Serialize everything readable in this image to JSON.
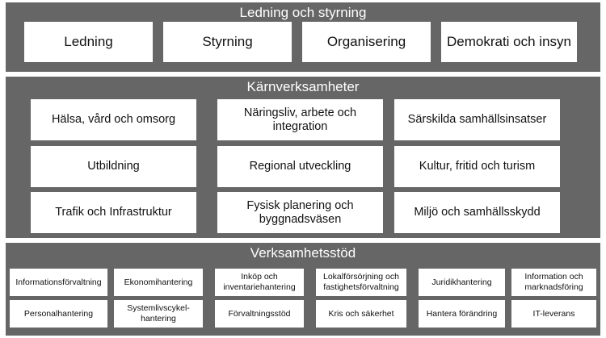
{
  "sections": {
    "ledning": {
      "title": "Ledning och styrning",
      "items": [
        "Ledning",
        "Styrning",
        "Organisering",
        "Demokrati och insyn"
      ]
    },
    "karn": {
      "title": "Kärnverksamheter",
      "items": [
        "Hälsa, vård och omsorg",
        "Näringsliv, arbete och integration",
        "Särskilda samhällsinsatser",
        "Utbildning",
        "Regional utveckling",
        "Kultur, fritid och turism",
        "Trafik och Infrastruktur",
        "Fysisk planering och byggnadsväsen",
        "Miljö och samhällsskydd"
      ]
    },
    "stod": {
      "title": "Verksamhetsstöd",
      "items": [
        "Informationsförvaltning",
        "Ekonomihantering",
        "Inköp och inventariehantering",
        "Lokalförsörjning och fastighetsförvaltning",
        "Juridikhantering",
        "Information och marknadsföring",
        "Personalhantering",
        "Systemlivscykel-hantering",
        "Förvaltningsstöd",
        "Kris och säkerhet",
        "Hantera förändring",
        "IT-leverans"
      ]
    }
  }
}
